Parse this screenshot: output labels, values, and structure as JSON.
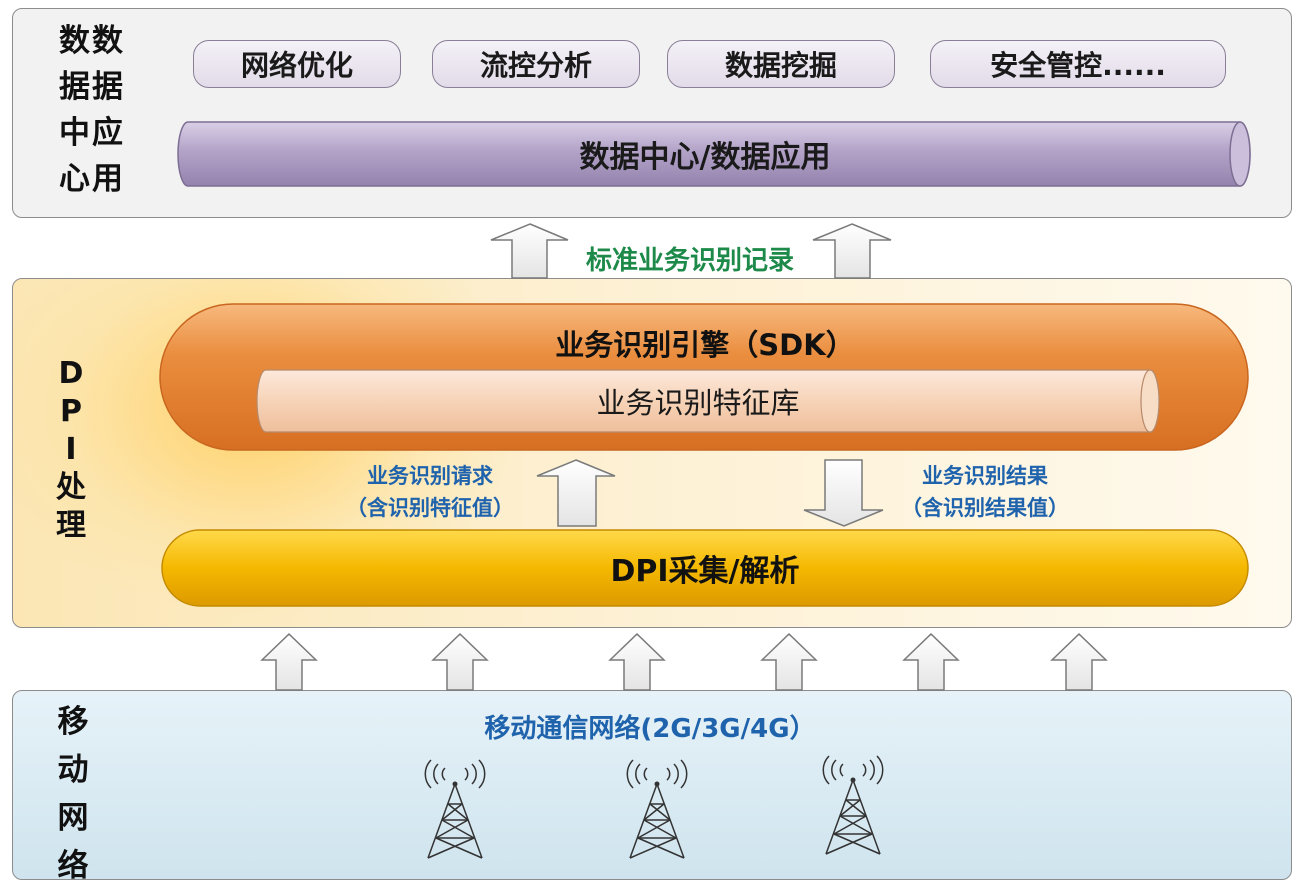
{
  "data_layer": {
    "side_label_lines": [
      "数数",
      "据据",
      "中应",
      "心用"
    ],
    "apps": [
      "网络优化",
      "流控分析",
      "数据挖掘",
      "安全管控......"
    ],
    "center_label": "数据中心/数据应用"
  },
  "record_label": "标准业务识别记录",
  "dpi_layer": {
    "side_label_lines": [
      "D",
      "P",
      "I",
      "处",
      "理"
    ],
    "engine_label": "业务识别引擎（SDK）",
    "library_label": "业务识别特征库",
    "request_note": [
      "业务识别请求",
      "（含识别特征值）"
    ],
    "result_note": [
      "业务识别结果",
      "（含识别结果值）"
    ],
    "collect_label": "DPI采集/解析"
  },
  "mobile_layer": {
    "side_label_lines": [
      "移",
      "动",
      "网",
      "络"
    ],
    "network_label": "移动通信网络(2G/3G/4G）"
  },
  "colors": {
    "data_cylinder": "#b3a3c8",
    "engine_pill": "#e8893a",
    "library_cylinder": "#f5d2b6",
    "collect_pill": "#f5b800",
    "record_label": "#1e8a4a",
    "note_blue": "#1f63ad"
  },
  "icons": [
    "up-arrow-icon",
    "down-arrow-icon",
    "radio-tower-icon"
  ]
}
